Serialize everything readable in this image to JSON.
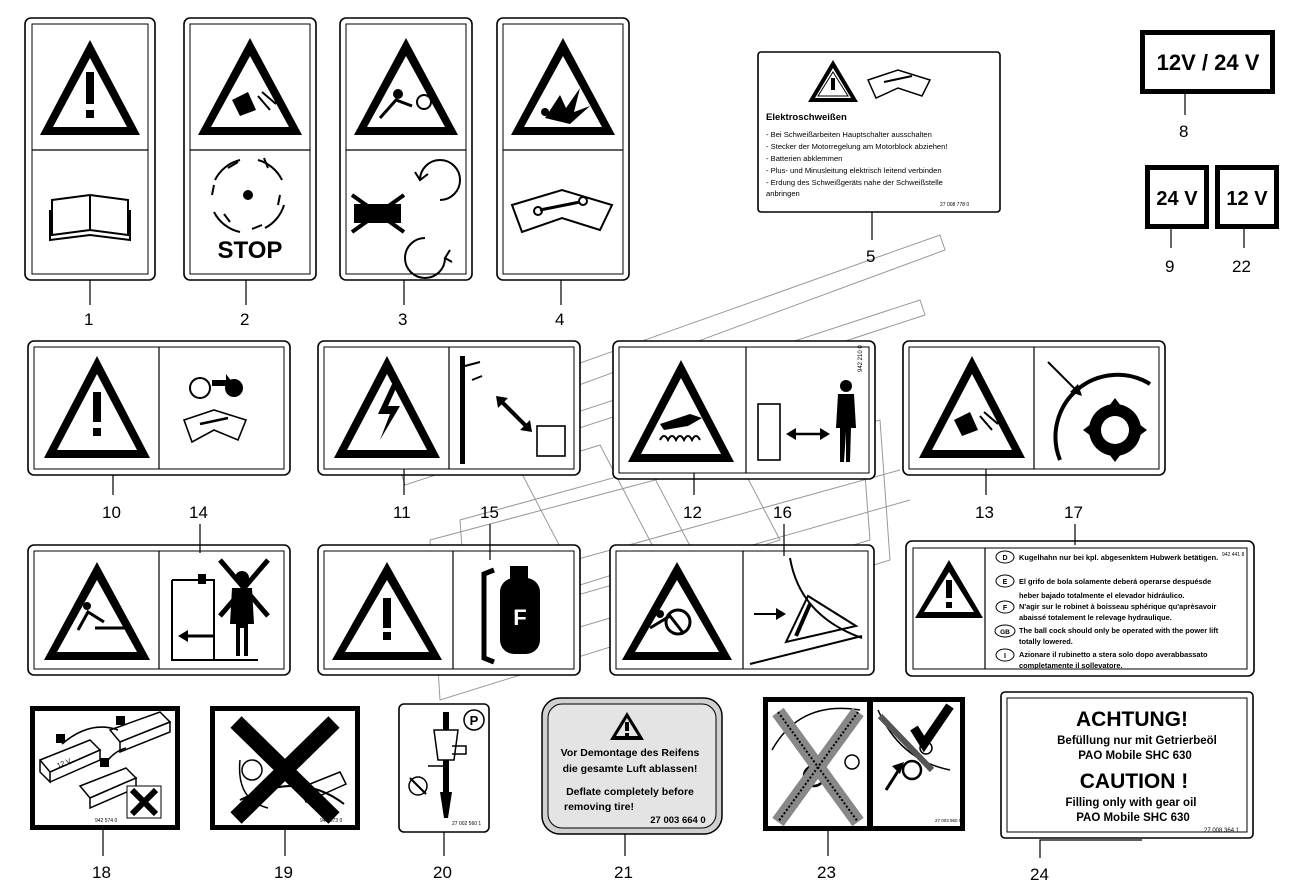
{
  "numbers": {
    "n1": "1",
    "n2": "2",
    "n3": "3",
    "n4": "4",
    "n5": "5",
    "n8": "8",
    "n9": "9",
    "n22": "22",
    "n10": "10",
    "n11": "11",
    "n12": "12",
    "n13": "13",
    "n14": "14",
    "n15": "15",
    "n16": "16",
    "n17": "17",
    "n18": "18",
    "n19": "19",
    "n20": "20",
    "n21": "21",
    "n23": "23",
    "n24": "24"
  },
  "label2": {
    "stop": "STOP"
  },
  "label5": {
    "title": "Elektroschweißen",
    "lines": [
      "- Bei Schweißarbeiten Hauptschalter ausschalten",
      "- Stecker der Motorregelung am Motorblock abziehen!",
      "- Batterien abklemmen",
      "- Plus- und Minusleitung elektrisch leitend verbinden",
      "- Erdung des Schweißgeräts nahe der Schweißstelle",
      "  anbringen"
    ],
    "code": "27 008 778 0"
  },
  "label8": {
    "text": "12V / 24 V"
  },
  "label9": {
    "text": "24 V"
  },
  "label22": {
    "text": "12 V"
  },
  "label12": {
    "code": "942 210 0"
  },
  "label15": {
    "letter": "F"
  },
  "label17": {
    "code": "942 441 8",
    "rows": [
      {
        "code": "D",
        "text": "Kugelhahn nur bei kpl. abgesenktem Hubwerk betätigen."
      },
      {
        "code": "E",
        "text": "El grifo de bola solamente deberá operarse despuésde"
      },
      {
        "code": "",
        "text": "heber bajado totalmente el elevador hidráulico."
      },
      {
        "code": "F",
        "text": "N'agir sur le robinet à boisseau sphérique qu'aprèsavoir"
      },
      {
        "code": "",
        "text": "abaissé totalement le relevage hydraulique."
      },
      {
        "code": "GB",
        "text": "The ball cock should only be operated with the power lift"
      },
      {
        "code": "",
        "text": "totally lowered."
      },
      {
        "code": "I",
        "text": "Azionare il rubinetto a stera solo dopo averabbassato"
      },
      {
        "code": "",
        "text": "completamente il sollevatore."
      }
    ]
  },
  "label18": {
    "code": "942 574 0",
    "battery": "12 V"
  },
  "label19": {
    "code": "942 573 0"
  },
  "label20": {
    "code": "27 002 560 1",
    "badge": "P"
  },
  "label21": {
    "line1": "Vor Demontage des Reifens",
    "line2": "die gesamte Luft ablassen!",
    "line3": "Deflate completely before",
    "line4": "removing tire!",
    "code": "27 003 664 0"
  },
  "label23": {
    "code": "27 003 960 0"
  },
  "label24": {
    "h1": "ACHTUNG!",
    "l1": "Befüllung nur mit Getrierbeöl",
    "l2": "PAO Mobile SHC 630",
    "h2": "CAUTION !",
    "l3": "Filling only with gear oil",
    "l4": "PAO Mobile SHC 630",
    "code": "27 008 364 1"
  }
}
